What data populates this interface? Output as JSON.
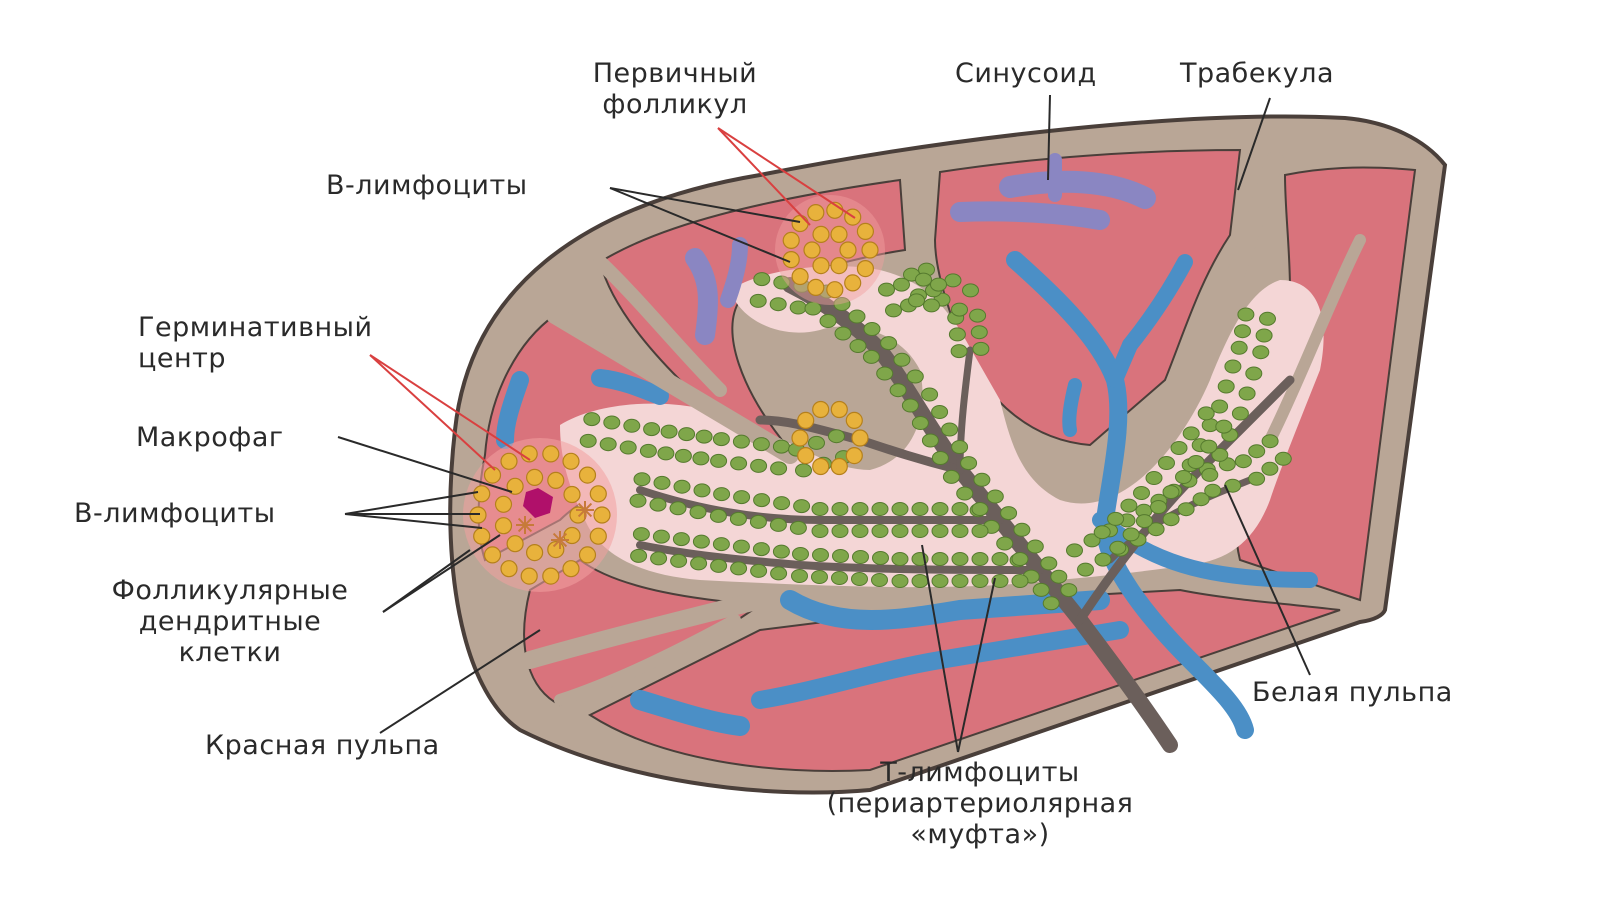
{
  "labels": {
    "primary_follicle": [
      "Первичный",
      "фолликул"
    ],
    "b_lymphocytes_top": "В-лимфоциты",
    "sinusoid": "Синусоид",
    "trabecula": "Трабекула",
    "germinal_center": [
      "Герминативный",
      "центр"
    ],
    "macrophage": "Макрофаг",
    "b_lymphocytes_left": "В-лимфоциты",
    "follicular_dendritic": [
      "Фолликулярные",
      "дендритные",
      "клетки"
    ],
    "red_pulp": "Красная пульпа",
    "white_pulp": "Белая пульпа",
    "t_lymphocytes": [
      "Т-лимфоциты",
      "(периартериолярная",
      "«муфта»)"
    ]
  },
  "colors": {
    "capsule": "#b9a696",
    "capsule_edge": "#4a3f3a",
    "red_pulp": "#d9737c",
    "white_pulp": "#f4d6d6",
    "artery": "#6b5f5b",
    "vein": "#4b8fc6",
    "sinusoid": "#8a86c2",
    "t_cell": "#7fa64a",
    "b_cell": "#e8b23c",
    "macrophage": "#b0106a",
    "pointer": "#2a2a2a",
    "follicle_pointer": "#d94040"
  }
}
